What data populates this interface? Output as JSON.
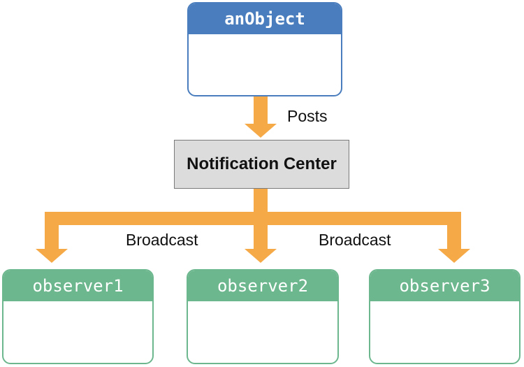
{
  "colors": {
    "blue": "#4A7DBD",
    "green": "#6CB78E",
    "orange": "#F5A947",
    "gray_fill": "#DCDCDC",
    "gray_border": "#7A7A7A",
    "label_text": "#111111"
  },
  "diagram": {
    "poster": {
      "title": "anObject"
    },
    "posts_label": "Posts",
    "center": {
      "title": "Notification Center"
    },
    "broadcast_labels": [
      "Broadcast",
      "Broadcast"
    ],
    "observers": [
      {
        "title": "observer1"
      },
      {
        "title": "observer2"
      },
      {
        "title": "observer3"
      }
    ]
  }
}
